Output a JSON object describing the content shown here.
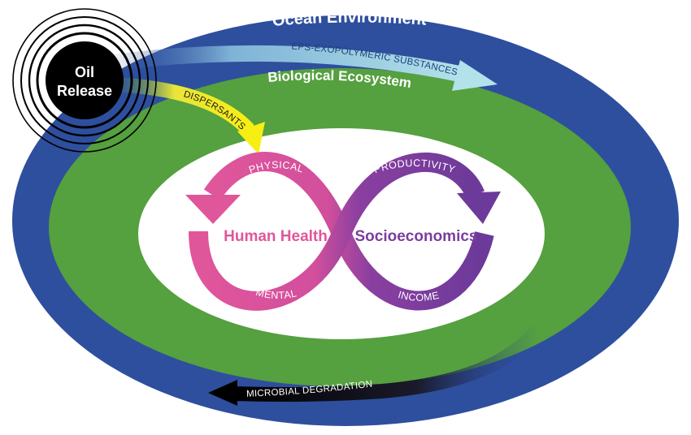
{
  "diagram": {
    "ocean_label": "Ocean Environment",
    "ecosystem_label": "Biological Ecosystem",
    "source": {
      "line1": "Oil",
      "line2": "Release"
    },
    "arrows": {
      "eps": "EPS-EXOPOLYMERIC SUBSTANCES",
      "dispersants": "DISPERSANTS",
      "microbial": "MICROBIAL DEGRADATION"
    },
    "left_loop": {
      "title": "Human Health",
      "top": "PHYSICAL",
      "bottom": "MENTAL"
    },
    "right_loop": {
      "title": "Socioeconomics",
      "top": "PRODUCTIVITY",
      "bottom": "INCOME"
    }
  },
  "colors": {
    "ocean": "#2e4f9e",
    "ecosystem": "#55a03f",
    "health": "#e0569b",
    "socio": "#7a3e9d",
    "eps_arrow": "#a9dbe6",
    "dispersant_arrow": "#f2ea1e",
    "microbial_arrow": "#111111",
    "oil": "#000000"
  }
}
